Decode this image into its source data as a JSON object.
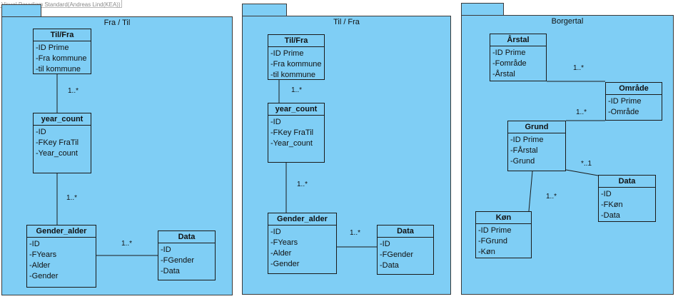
{
  "watermark": "Visual Paradigm Standard(Andreas Lind(KEA))",
  "packages": [
    {
      "title": "Fra / Til"
    },
    {
      "title": "Til / Fra"
    },
    {
      "title": "Borgertal"
    }
  ],
  "classes": {
    "p1_tilfra": {
      "name": "Til/Fra",
      "attrs": [
        "-ID Prime",
        "-Fra kommune",
        "-til kommune"
      ]
    },
    "p1_yearcount": {
      "name": "year_count",
      "attrs": [
        "-ID",
        "-FKey FraTil",
        "-Year_count"
      ]
    },
    "p1_gender": {
      "name": "Gender_alder",
      "attrs": [
        "-ID",
        "-FYears",
        "-Alder",
        "-Gender"
      ]
    },
    "p1_data": {
      "name": "Data",
      "attrs": [
        "-ID",
        "-FGender",
        "-Data"
      ]
    },
    "p2_tilfra": {
      "name": "Til/Fra",
      "attrs": [
        "-ID Prime",
        "-Fra kommune",
        "-til kommune"
      ]
    },
    "p2_yearcount": {
      "name": "year_count",
      "attrs": [
        "-ID",
        "-FKey FraTil",
        "-Year_count"
      ]
    },
    "p2_gender": {
      "name": "Gender_alder",
      "attrs": [
        "-ID",
        "-FYears",
        "-Alder",
        "-Gender"
      ]
    },
    "p2_data": {
      "name": "Data",
      "attrs": [
        "-ID",
        "-FGender",
        "-Data"
      ]
    },
    "p3_aarstal": {
      "name": "Årstal",
      "attrs": [
        "-ID Prime",
        "-Fområde",
        "-Årstal"
      ]
    },
    "p3_omraade": {
      "name": "Område",
      "attrs": [
        "-ID Prime",
        "-Område"
      ]
    },
    "p3_grund": {
      "name": "Grund",
      "attrs": [
        "-ID Prime",
        "-FÅrstal",
        "-Grund"
      ]
    },
    "p3_data": {
      "name": "Data",
      "attrs": [
        "-ID",
        "-FKøn",
        "-Data"
      ]
    },
    "p3_koen": {
      "name": "Køn",
      "attrs": [
        "-ID Prime",
        "-FGrund",
        "-Køn"
      ]
    }
  },
  "multiplicities": {
    "p1_a": "1..*",
    "p1_b": "1..*",
    "p1_c": "1..*",
    "p2_a": "1..*",
    "p2_b": "1..*",
    "p2_c": "1..*",
    "p3_a": "1..*",
    "p3_b": "1..*",
    "p3_c": "*..1",
    "p3_d": "1..*"
  }
}
